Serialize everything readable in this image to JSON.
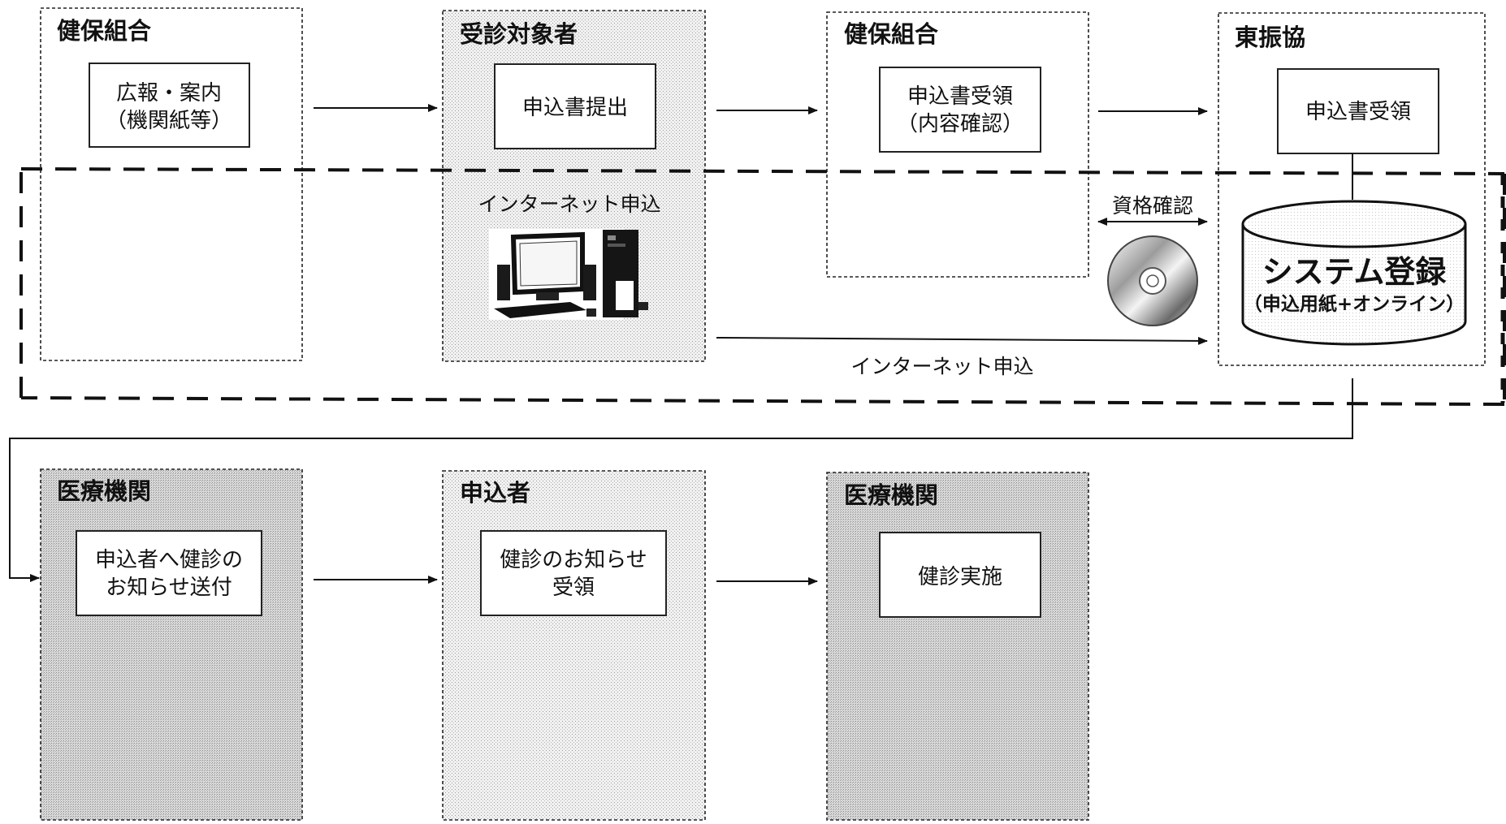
{
  "lanes": {
    "insurer1": {
      "title": "健保組合",
      "box": [
        "広報・案内",
        "（機関紙等）"
      ]
    },
    "examinee": {
      "title": "受診対象者",
      "box": [
        "申込書提出"
      ],
      "internet_label": "インターネット申込"
    },
    "insurer2": {
      "title": "健保組合",
      "box": [
        "申込書受領",
        "（内容確認）"
      ]
    },
    "toshinkyo": {
      "title": "東振協",
      "box": [
        "申込書受領"
      ]
    },
    "medical1": {
      "title": "医療機関",
      "box": [
        "申込者へ健診の",
        "お知らせ送付"
      ]
    },
    "applicant": {
      "title": "申込者",
      "box": [
        "健診のお知らせ",
        "受領"
      ]
    },
    "medical2": {
      "title": "医療機関",
      "box": [
        "健診実施"
      ]
    }
  },
  "system": {
    "title": "システム登録",
    "subtitle": "（申込用紙+オンライン）"
  },
  "qualification_check": "資格確認",
  "internet_arrow_label": "インターネット申込",
  "colors": {
    "stipple_light": "#ebebeb",
    "stipple_dark": "#d2d2d2",
    "line": "#111111"
  }
}
